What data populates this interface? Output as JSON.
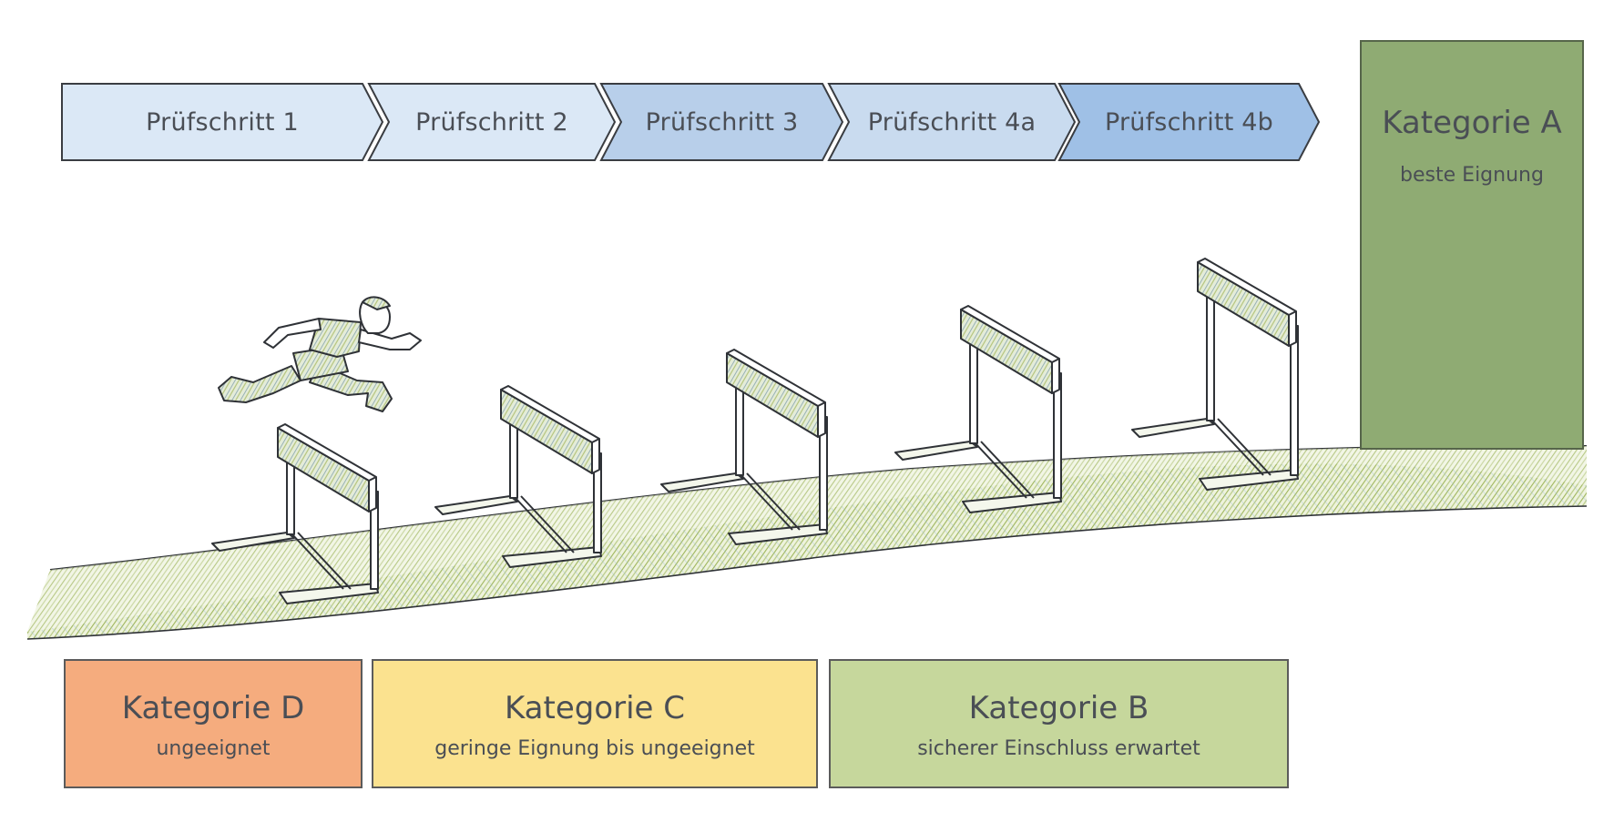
{
  "steps": [
    {
      "label": "Prüfschritt 1",
      "color": "#dbe8f6"
    },
    {
      "label": "Prüfschritt 2",
      "color": "#dbe8f6"
    },
    {
      "label": "Prüfschritt 3",
      "color": "#b8cfea"
    },
    {
      "label": "Prüfschritt 4a",
      "color": "#c9dbef"
    },
    {
      "label": "Prüfschritt 4b",
      "color": "#9fc0e6"
    }
  ],
  "categories": {
    "a": {
      "title": "Kategorie A",
      "subtitle": "beste Eignung",
      "color": "#8fab73"
    },
    "b": {
      "title": "Kategorie B",
      "subtitle": "sicherer Einschluss erwartet",
      "color": "#c6d79c"
    },
    "c": {
      "title": "Kategorie C",
      "subtitle": "geringe Eignung bis ungeeignet",
      "color": "#fbe28f"
    },
    "d": {
      "title": "Kategorie D",
      "subtitle": "ungeeignet",
      "color": "#f5ac7e"
    }
  },
  "illustration": {
    "runner_icon": "hurdler-runner-icon",
    "hurdle_icon": "hurdle-icon",
    "track_icon": "rising-track-icon",
    "hurdle_count": 5
  }
}
